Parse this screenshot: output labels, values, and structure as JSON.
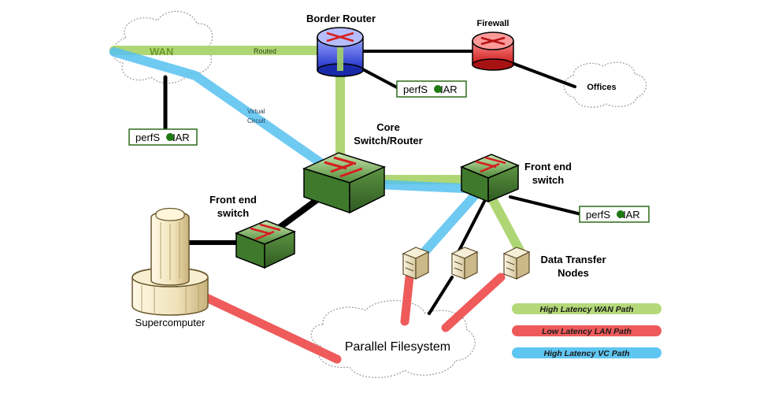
{
  "labels": {
    "wan": "WAN",
    "routed": "Routed",
    "virtual": "Virtual",
    "circuit": "Circuit",
    "border_router": "Border Router",
    "firewall": "Firewall",
    "offices": "Offices",
    "core_line1": "Core",
    "core_line2": "Switch/Router",
    "fe_left_line1": "Front end",
    "fe_left_line2": "switch",
    "fe_right_line1": "Front end",
    "fe_right_line2": "switch",
    "dtn_line1": "Data Transfer",
    "dtn_line2": "Nodes",
    "supercomputer": "Supercomputer",
    "parallel_fs": "Parallel Filesystem",
    "perfsonar_pre": "perfS",
    "perfsonar_post": "NAR"
  },
  "legend": [
    {
      "label": "High Latency WAN Path",
      "color": "#b5d97a"
    },
    {
      "label": "Low Latency LAN Path",
      "color": "#ee5a5a"
    },
    {
      "label": "High Latency VC Path",
      "color": "#5fc6f2"
    }
  ],
  "colors": {
    "wan_path": "#a6d266",
    "lan_path": "#ef5b5b",
    "vc_path": "#56c1f0",
    "link": "#000000",
    "wan_text": "#6a9a2a"
  }
}
